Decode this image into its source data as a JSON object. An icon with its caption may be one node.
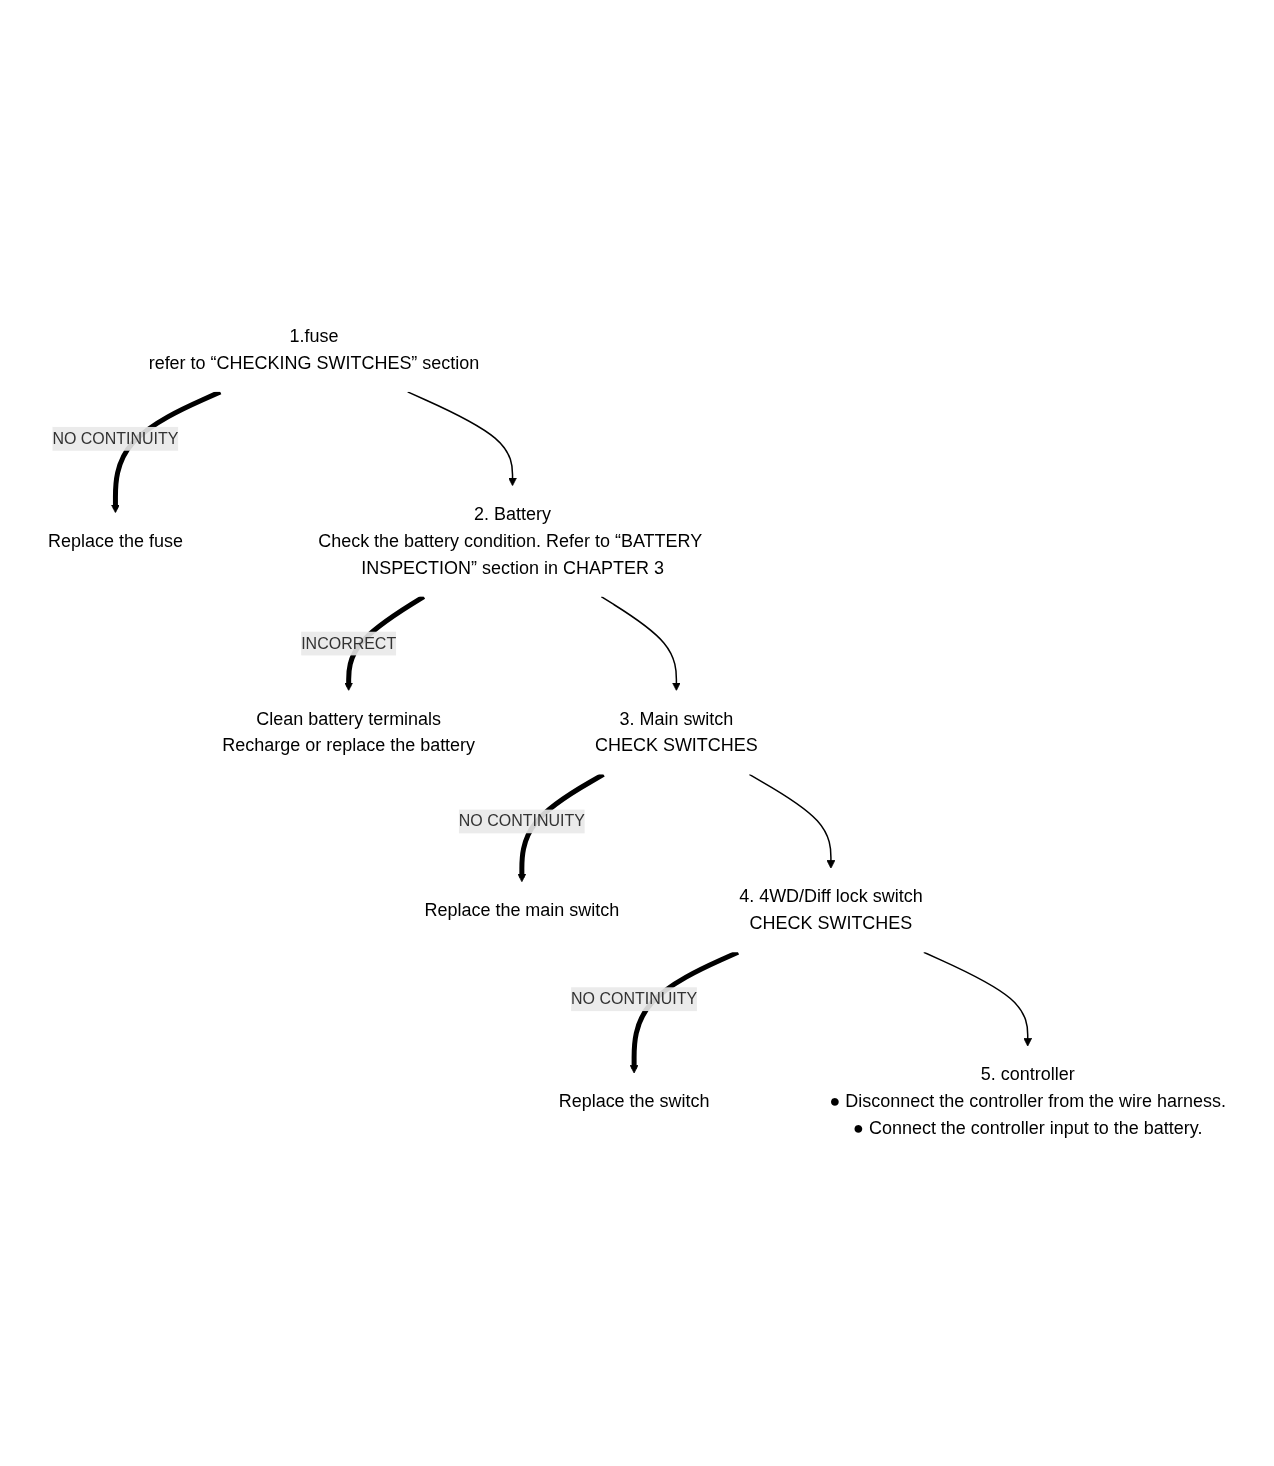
{
  "diagram": {
    "nodes": [
      {
        "text": [
          "1.fuse",
          "refer to “CHECKING SWITCHES” section"
        ]
      },
      {
        "text": [
          "Replace the fuse"
        ]
      },
      {
        "text": [
          "2. Battery",
          "Check the battery condition. Refer to “BATTERY INSPECTION” section in CHAPTER 3"
        ]
      },
      {
        "text": [
          "Clean battery terminals",
          "Recharge or replace the battery"
        ]
      },
      {
        "text": [
          "3. Main switch",
          "CHECK SWITCHES"
        ]
      },
      {
        "text": [
          "Replace the main switch"
        ]
      },
      {
        "text": [
          "4. 4WD/Diff lock switch",
          "CHECK SWITCHES"
        ]
      },
      {
        "text": [
          "Replace the switch"
        ]
      },
      {
        "text": [
          "5. controller",
          "● Disconnect the controller from the wire harness.",
          "● Connect the controller input to the battery."
        ]
      }
    ],
    "edges": [
      {
        "from": 0,
        "to": 1,
        "arrow": "to",
        "label": "NO CONTINUITY",
        "style": "thick"
      },
      {
        "from": 0,
        "to": 2,
        "arrow": "to"
      },
      {
        "from": 2,
        "to": 3,
        "arrow": "to",
        "label": "INCORRECT",
        "style": "thick"
      },
      {
        "from": 2,
        "to": 4,
        "arrow": "to"
      },
      {
        "from": 4,
        "to": 5,
        "arrow": "to",
        "label": "NO CONTINUITY",
        "style": "thick"
      },
      {
        "from": 4,
        "to": 6,
        "arrow": "to"
      },
      {
        "from": 6,
        "to": 7,
        "arrow": "to",
        "label": "NO CONTINUITY",
        "style": "thick"
      },
      {
        "from": 6,
        "to": 8,
        "arrow": "to"
      }
    ]
  }
}
